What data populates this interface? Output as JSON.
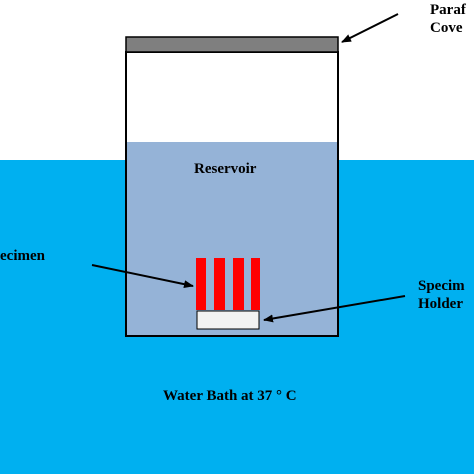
{
  "labels": {
    "parafilm_line1": "Paraf",
    "parafilm_line2": "Cove",
    "reservoir": "Reservoir",
    "specimen": "ecimen",
    "holder_line1": "Specim",
    "holder_line2": "Holder",
    "water_bath": "Water Bath at 37 ° C"
  },
  "colors": {
    "water_bath": "#00b0f0",
    "reservoir_liquid": "#95b3d7",
    "container_outline": "#000000",
    "cover": "#7f7f7f",
    "specimen": "#ff0000",
    "holder": "#f2f2f2"
  }
}
